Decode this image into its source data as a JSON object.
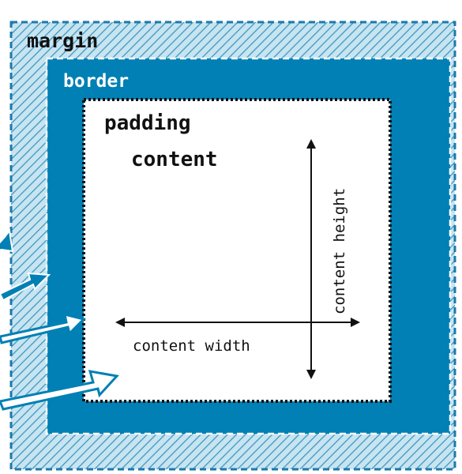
{
  "diagram": {
    "labels": {
      "margin": "margin",
      "border": "border",
      "padding": "padding",
      "content": "content"
    },
    "dimensions": {
      "content_width": "content width",
      "content_height": "content height"
    },
    "colors": {
      "border_fill": "#0080b4",
      "margin_hatch_bg": "#c7e4f1",
      "margin_hatch_line": "#3a95bf",
      "dashed_outline": "#1c79ab",
      "padding_outline": "#111111",
      "content_bg": "#ffffff",
      "text_dark": "#111111",
      "text_light": "#ffffff"
    }
  }
}
